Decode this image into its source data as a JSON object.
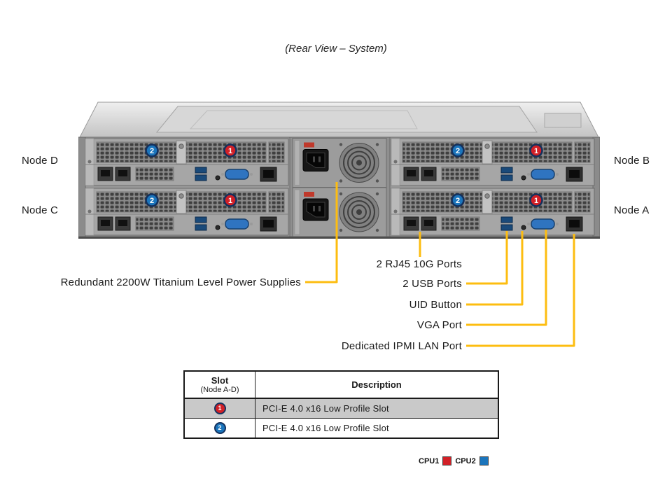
{
  "title": "(Rear View – System)",
  "nodes": {
    "top_left": "Node D",
    "bottom_left": "Node C",
    "top_right": "Node B",
    "bottom_right": "Node A"
  },
  "badges": {
    "one": "1",
    "two": "2"
  },
  "callouts": {
    "psu": "Redundant 2200W Titanium Level Power Supplies",
    "rj45": "2 RJ45 10G Ports",
    "usb": "2 USB Ports",
    "uid": "UID Button",
    "vga": "VGA Port",
    "ipmi": "Dedicated IPMI LAN Port"
  },
  "table": {
    "slot_header_line1": "Slot",
    "slot_header_line2": "(Node A-D)",
    "description_header": "Description",
    "rows": [
      {
        "slot": "1",
        "description": "PCI-E 4.0 x16 Low Profile Slot"
      },
      {
        "slot": "2",
        "description": "PCI-E 4.0 x16 Low Profile Slot"
      }
    ]
  },
  "legend": {
    "cpu1": {
      "label": "CPU1",
      "color": "#d22027"
    },
    "cpu2": {
      "label": "CPU2",
      "color": "#1b75bc"
    }
  },
  "colors": {
    "callout_line": "#fdbd10",
    "slot1_red": "#d22027",
    "slot2_blue": "#1b75bc"
  }
}
